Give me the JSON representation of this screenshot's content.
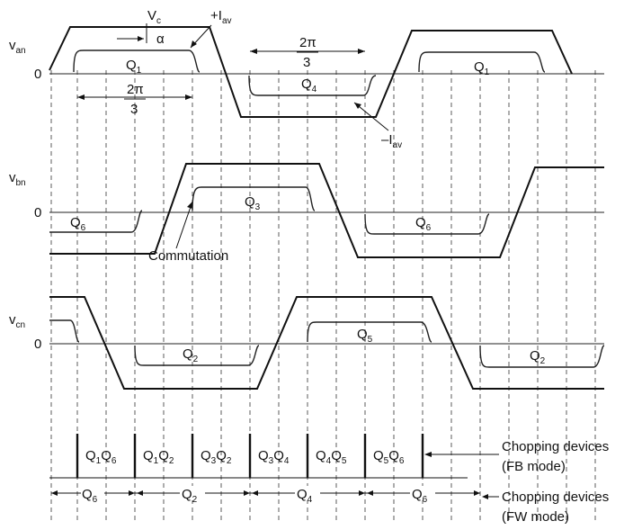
{
  "signals": {
    "van": {
      "v": "v",
      "sub": "an",
      "zero": "0"
    },
    "vbn": {
      "v": "v",
      "sub": "bn",
      "zero": "0"
    },
    "vcn": {
      "v": "v",
      "sub": "cn",
      "zero": "0"
    }
  },
  "annotations": {
    "vc": {
      "main": "V",
      "sub": "c"
    },
    "plus_iav": {
      "main": "+I",
      "sub": "av"
    },
    "minus_iav": {
      "main": "–I",
      "sub": "av"
    },
    "alpha": "α",
    "two_pi": "2π",
    "three": "3",
    "commutation": "Commutation"
  },
  "pulse_labels": {
    "a": [
      {
        "main": "Q",
        "sub": "1"
      },
      {
        "main": "Q",
        "sub": "4"
      },
      {
        "main": "Q",
        "sub": "1"
      }
    ],
    "b": [
      {
        "main": "Q",
        "sub": "6"
      },
      {
        "main": "Q",
        "sub": "3"
      },
      {
        "main": "Q",
        "sub": "6"
      }
    ],
    "c": [
      {
        "main": "Q",
        "sub": "2"
      },
      {
        "main": "Q",
        "sub": "5"
      },
      {
        "main": "Q",
        "sub": "2"
      }
    ]
  },
  "fb_row": {
    "cells": [
      [
        {
          "main": "Q",
          "sub": "1"
        },
        {
          "main": "Q",
          "sub": "6"
        }
      ],
      [
        {
          "main": "Q",
          "sub": "1"
        },
        {
          "main": "Q",
          "sub": "2"
        }
      ],
      [
        {
          "main": "Q",
          "sub": "3"
        },
        {
          "main": "Q",
          "sub": "2"
        }
      ],
      [
        {
          "main": "Q",
          "sub": "3"
        },
        {
          "main": "Q",
          "sub": "4"
        }
      ],
      [
        {
          "main": "Q",
          "sub": "4"
        },
        {
          "main": "Q",
          "sub": "5"
        }
      ],
      [
        {
          "main": "Q",
          "sub": "5"
        },
        {
          "main": "Q",
          "sub": "6"
        }
      ]
    ],
    "label_line1": "Chopping devices",
    "label_line2": "(FB mode)"
  },
  "fw_row": {
    "cells": [
      {
        "main": "Q",
        "sub": "6"
      },
      {
        "main": "Q",
        "sub": "2"
      },
      {
        "main": "Q",
        "sub": "4"
      },
      {
        "main": "Q",
        "sub": "6"
      }
    ],
    "label_line1": "Chopping devices",
    "label_line2": "(FW mode)"
  }
}
